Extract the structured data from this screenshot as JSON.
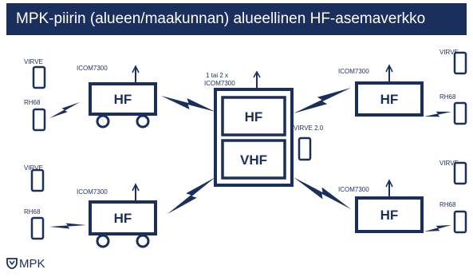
{
  "title": "MPK-piirin (alueen/maakunnan) alueellinen HF-asemaverkko",
  "center": {
    "radio_label": "1 tai 2 x\nICOM7300",
    "hf_label": "HF",
    "vhf_label": "VHF",
    "virve_label": "VIRVE 2.0"
  },
  "stations": [
    {
      "id": "top-left",
      "hf_label": "HF",
      "radio_label": "ICOM7300",
      "virve_label": "VIRVE",
      "rh_label": "RH68",
      "mobile": true
    },
    {
      "id": "bottom-left",
      "hf_label": "HF",
      "radio_label": "ICOM7300",
      "virve_label": "VIRVE",
      "rh_label": "RH68",
      "mobile": true
    },
    {
      "id": "top-right",
      "hf_label": "HF",
      "radio_label": "ICOM7300",
      "virve_label": "VIRVE",
      "rh_label": "RH68",
      "mobile": false
    },
    {
      "id": "bottom-right",
      "hf_label": "HF",
      "radio_label": "ICOM7300",
      "virve_label": "VIRVE",
      "rh_label": "RH68",
      "mobile": false
    }
  ],
  "logo_text": "MPK",
  "colors": {
    "primary": "#1a2f5c",
    "background": "#ffffff"
  }
}
